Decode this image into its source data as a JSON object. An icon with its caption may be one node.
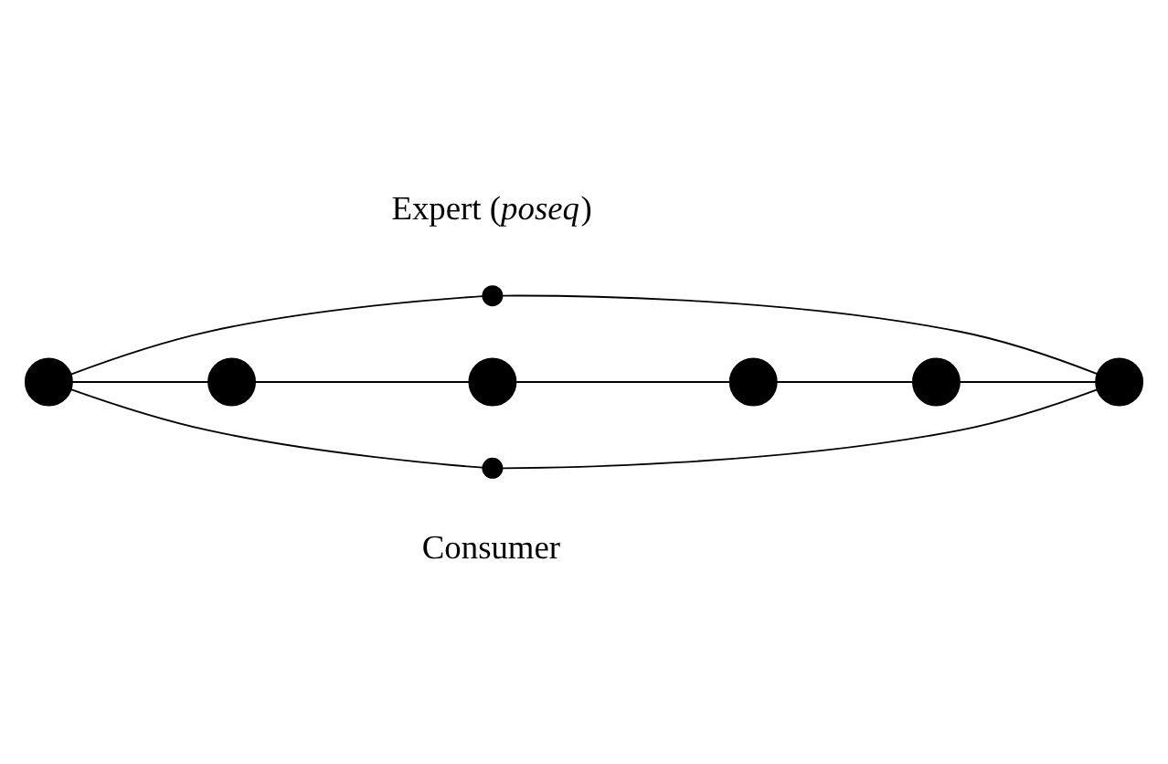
{
  "diagram": {
    "nodes": [
      {
        "text": [],
        "shape": "circle"
      },
      {
        "text": [],
        "shape": "circle",
        "beside": [
          "Expert (*poseq*)"
        ]
      },
      {
        "text": [],
        "shape": "circle"
      },
      {
        "text": [],
        "shape": "circle"
      },
      {
        "text": [],
        "shape": "circle"
      },
      {
        "text": [],
        "shape": "circle"
      },
      {
        "text": [],
        "shape": "circle"
      },
      {
        "text": [],
        "shape": "circle",
        "beside": [
          "Consumer"
        ]
      }
    ],
    "edges": [
      {
        "from": 0,
        "to": 1,
        "arrow": "none"
      },
      {
        "from": 1,
        "to": 6,
        "arrow": "none"
      },
      {
        "from": 0,
        "to": 2,
        "arrow": "none"
      },
      {
        "from": 2,
        "to": 3,
        "arrow": "none"
      },
      {
        "from": 3,
        "to": 4,
        "arrow": "none"
      },
      {
        "from": 4,
        "to": 5,
        "arrow": "none"
      },
      {
        "from": 5,
        "to": 6,
        "arrow": "none"
      },
      {
        "from": 0,
        "to": 7,
        "arrow": "none"
      },
      {
        "from": 7,
        "to": 6,
        "arrow": "none"
      }
    ]
  }
}
